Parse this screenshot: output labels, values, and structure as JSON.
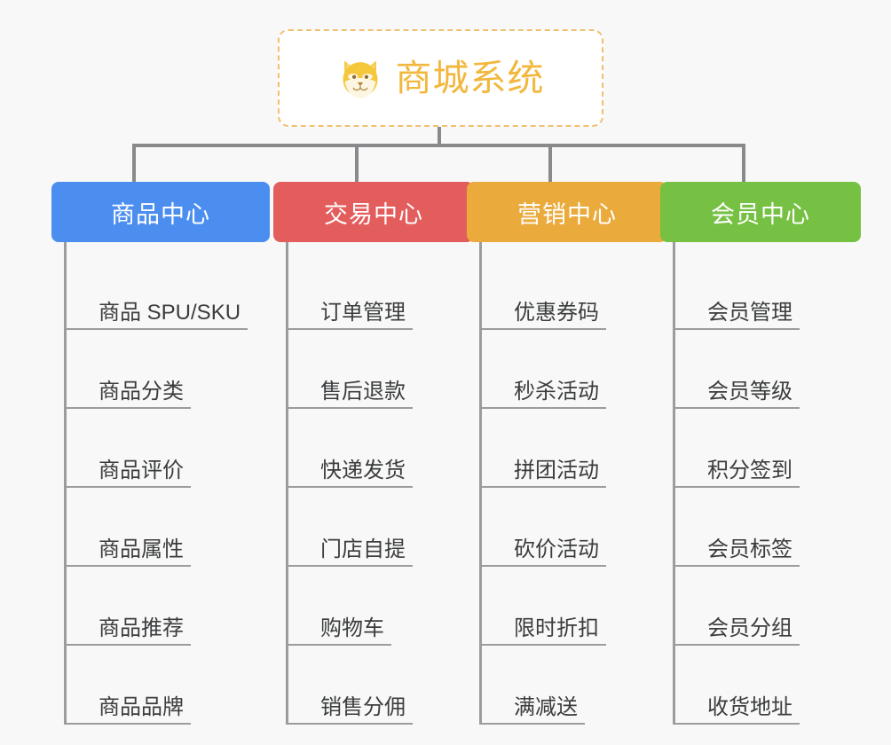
{
  "diagram": {
    "background_color": "#f8f8f8",
    "type": "org-tree",
    "root": {
      "title": "商城系统",
      "icon": "shiba-dog-face-icon",
      "text_color": "#f2b73d",
      "border_color": "#f0c070",
      "background_color": "#ffffff"
    },
    "connector_color": "#888a8c",
    "branches": [
      {
        "label": "商品中心",
        "color": "#4b8ef0",
        "items": [
          "商品 SPU/SKU",
          "商品分类",
          "商品评价",
          "商品属性",
          "商品推荐",
          "商品品牌"
        ]
      },
      {
        "label": "交易中心",
        "color": "#e45d5d",
        "items": [
          "订单管理",
          "售后退款",
          "快递发货",
          "门店自提",
          "购物车",
          "销售分佣"
        ]
      },
      {
        "label": "营销中心",
        "color": "#eaaa3c",
        "items": [
          "优惠券码",
          "秒杀活动",
          "拼团活动",
          "砍价活动",
          "限时折扣",
          "满减送"
        ]
      },
      {
        "label": "会员中心",
        "color": "#76c043",
        "items": [
          "会员管理",
          "会员等级",
          "积分签到",
          "会员标签",
          "会员分组",
          "收货地址"
        ]
      }
    ]
  }
}
